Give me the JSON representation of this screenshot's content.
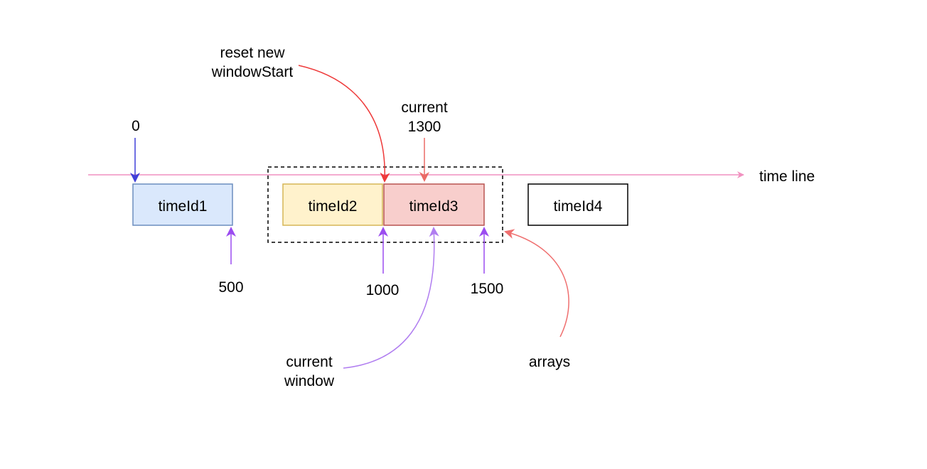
{
  "timeline": {
    "label": "time line",
    "color": "#f191c0"
  },
  "blocks": [
    {
      "label": "timeId1",
      "fill": "#dae8fc",
      "stroke": "#6c8ebf"
    },
    {
      "label": "timeId2",
      "fill": "#fff2cc",
      "stroke": "#d6b656"
    },
    {
      "label": "timeId3",
      "fill": "#f8cecc",
      "stroke": "#b85450"
    },
    {
      "label": "timeId4",
      "fill": "#ffffff",
      "stroke": "#000000"
    }
  ],
  "markers": {
    "zero": "0",
    "five_hundred": "500",
    "thousand": "1000",
    "fifteen_hundred": "1500"
  },
  "annotations": {
    "reset_line1": "reset new",
    "reset_line2": "windowStart",
    "current_line1": "current",
    "current_line2": "1300",
    "current_window_line1": "current",
    "current_window_line2": "window",
    "arrays": "arrays"
  },
  "colors": {
    "blue_arrow": "#3f3fd8",
    "purple_arrow": "#9b4cf0",
    "light_purple_arrow": "#b07df0",
    "red_arrow": "#ee3a3a",
    "salmon_arrow": "#ef6f6f",
    "current_arrow": "#ea6b66"
  }
}
